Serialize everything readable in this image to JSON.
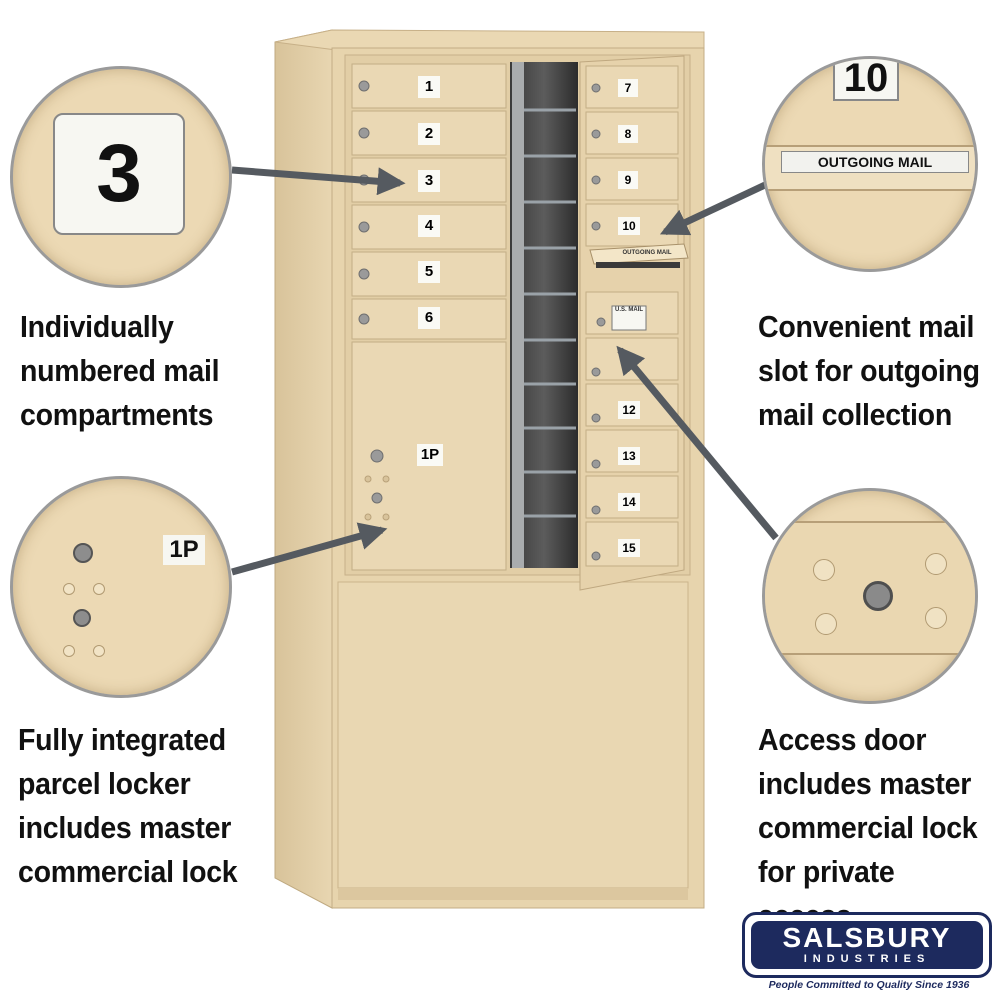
{
  "unit": {
    "compartments_left": [
      "1",
      "2",
      "3",
      "4",
      "5",
      "6"
    ],
    "compartments_right": [
      "7",
      "8",
      "9",
      "10"
    ],
    "compartments_right_lower": [
      "12",
      "13",
      "14",
      "15"
    ],
    "parcel_label": "1P",
    "outgoing_label": "OUTGOING MAIL",
    "usmail_label": "U.S. MAIL"
  },
  "callouts": {
    "top_left": {
      "number": "3",
      "text": "Individually\nnumbered mail\ncompartments"
    },
    "top_right": {
      "number": "10",
      "label": "OUTGOING MAIL",
      "text": "Convenient mail\nslot for outgoing\nmail collection"
    },
    "bottom_left": {
      "label": "1P",
      "text": "Fully integrated\nparcel locker\nincludes master\ncommercial lock"
    },
    "bottom_right": {
      "text": "Access door\nincludes master\ncommercial lock\nfor private access"
    }
  },
  "brand": {
    "name": "SALSBURY",
    "sub": "INDUSTRIES",
    "tagline": "People Committed to Quality Since 1936"
  },
  "colors": {
    "cabinet": "#e7d4ad",
    "arrow": "#555a60",
    "navy": "#1d2a5e"
  }
}
